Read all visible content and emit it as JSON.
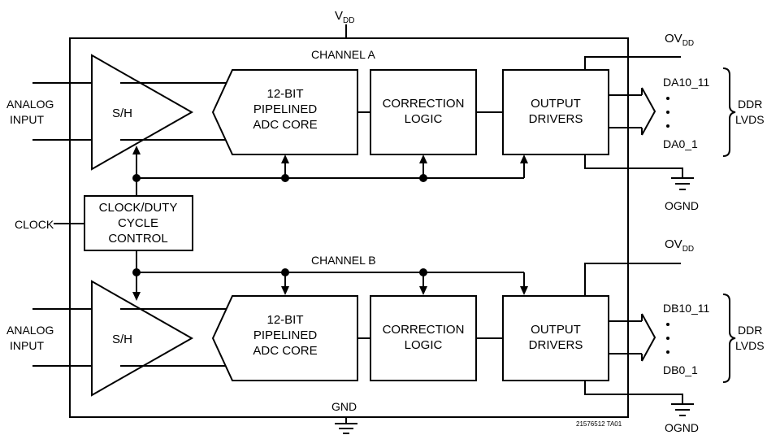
{
  "supply": {
    "vdd_main": "V",
    "vdd_sub": "DD",
    "gnd": "GND"
  },
  "channel_a": {
    "title": "CHANNEL A",
    "sh": "S/H",
    "adc": [
      "12-BIT",
      "PIPELINED",
      "ADC CORE"
    ],
    "correction": [
      "CORRECTION",
      "LOGIC"
    ],
    "drivers": [
      "OUTPUT",
      "DRIVERS"
    ],
    "ovdd_main": "OV",
    "ovdd_sub": "DD",
    "ognd": "OGND",
    "bit_high": "DA10_11",
    "bit_low": "DA0_1"
  },
  "channel_b": {
    "title": "CHANNEL B",
    "sh": "S/H",
    "adc": [
      "12-BIT",
      "PIPELINED",
      "ADC CORE"
    ],
    "correction": [
      "CORRECTION",
      "LOGIC"
    ],
    "drivers": [
      "OUTPUT",
      "DRIVERS"
    ],
    "ovdd_main": "OV",
    "ovdd_sub": "DD",
    "ognd": "OGND",
    "bit_high": "DB10_11",
    "bit_low": "DB0_1"
  },
  "inputs": {
    "analog_a": [
      "ANALOG",
      "INPUT"
    ],
    "analog_b": [
      "ANALOG",
      "INPUT"
    ],
    "clock": "CLOCK"
  },
  "clock_block": [
    "CLOCK/DUTY",
    "CYCLE",
    "CONTROL"
  ],
  "outputs": {
    "ddr_a": [
      "DDR",
      "LVDS"
    ],
    "ddr_b": [
      "DDR",
      "LVDS"
    ]
  },
  "part_code": "21576512 TA01"
}
